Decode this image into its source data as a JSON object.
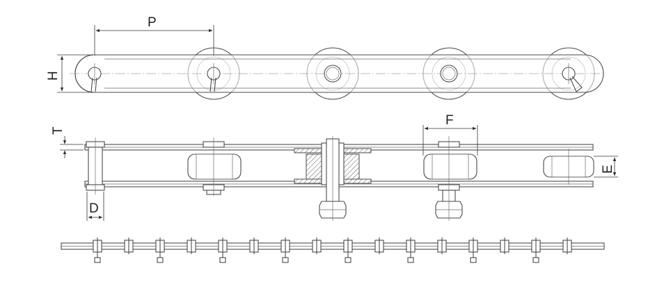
{
  "labels": {
    "pitch": "P",
    "height": "H",
    "plate_thickness": "T",
    "pin_diameter": "D",
    "flange_width": "F",
    "roller_width": "E"
  }
}
